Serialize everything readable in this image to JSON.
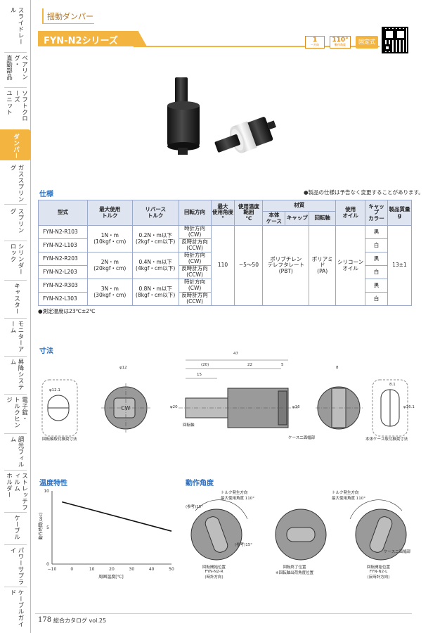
{
  "sidebar": {
    "items": [
      {
        "label": "スライドレール"
      },
      {
        "label": "ベアリング・\n直動部品"
      },
      {
        "label": "ソフトクローズ\nユニット"
      },
      {
        "label": "ダンパー"
      },
      {
        "label": "ガススプリング"
      },
      {
        "label": "スプリング"
      },
      {
        "label": "シリンダーロック"
      },
      {
        "label": "キャスター"
      },
      {
        "label": "モニターアーム"
      },
      {
        "label": "昇降システム"
      },
      {
        "label": "電子錠・\nトルクヒンジ"
      },
      {
        "label": "調光フィルム"
      },
      {
        "label": "ストレッチフィルム\nホルダー"
      },
      {
        "label": "ケーブル"
      },
      {
        "label": "パワーサプライ"
      },
      {
        "label": "ケーブルガイド"
      }
    ],
    "active_arrow": "«"
  },
  "header": {
    "category": "揺動ダンパー",
    "series": "FYN-N2シリーズ",
    "badges": [
      {
        "value": "1",
        "sub": "一方向",
        "icon": "one-way-icon"
      },
      {
        "value": "110°",
        "sub": "動作角度",
        "icon": "angle-icon"
      },
      {
        "value": "固定式",
        "sub": "",
        "icon": "fixed-icon"
      }
    ],
    "qr": "qr-code-icon"
  },
  "spec": {
    "title": "仕様",
    "note": "●製品の仕様は予告なく変更することがあります。",
    "headers": {
      "model": "型式",
      "max_torque": "最大使用\nトルク",
      "reverse_torque": "リバース\nトルク",
      "rotation": "回転方向",
      "max_angle": "最大\n使用角度\n°",
      "temp": "使用温度\n範囲\n℃",
      "material": "材質",
      "body": "本体\nケース",
      "cap": "キャップ",
      "shaft": "回転軸",
      "oil": "使用\nオイル",
      "cap_color": "キャップ\nカラー",
      "mass": "製品質量\ng"
    },
    "rows": [
      {
        "model": "FYN-N2-R103",
        "color": "黒"
      },
      {
        "model": "FYN-N2-L103",
        "color": "白"
      },
      {
        "model": "FYN-N2-R203",
        "color": "黒"
      },
      {
        "model": "FYN-N2-L203",
        "color": "白"
      },
      {
        "model": "FYN-N2-R303",
        "color": "黒"
      },
      {
        "model": "FYN-N2-L303",
        "color": "白"
      }
    ],
    "groups": [
      {
        "max_torque": "1N・m\n(10kgf・cm)",
        "reverse_torque": "0.2N・m以下\n(2kgf・cm以下)"
      },
      {
        "max_torque": "2N・m\n(20kgf・cm)",
        "reverse_torque": "0.4N・m以下\n(4kgf・cm以下)"
      },
      {
        "max_torque": "3N・m\n(30kgf・cm)",
        "reverse_torque": "0.8N・m以下\n(8kgf・cm以下)"
      }
    ],
    "rotation_cw": "時計方向\n(CW)",
    "rotation_ccw": "反時計方向\n(CCW)",
    "max_angle": "110",
    "temp_range": "−5〜50",
    "body_material": "ポリブチレン\nテレフタレート\n(PBT)",
    "shaft_material": "ポリアミド\n(PA)",
    "oil": "シリコーン\nオイル",
    "mass": "13±1",
    "temp_note": "●測定温度は23℃±2℃"
  },
  "dimensions": {
    "title": "寸法",
    "labels": {
      "d47": "47",
      "d20p": "(20)",
      "d22": "22",
      "d5": "5",
      "d15": "15",
      "d12": "φ12",
      "d8": "8",
      "phi20": "φ20",
      "phi16": "φ16",
      "phi12_1": "φ12.1",
      "phi16_1": "φ16.1",
      "d8_1": "8.1",
      "cw": "CW",
      "shaft": "回転軸",
      "case_flat": "ケース二面幅部",
      "shaft_hole": "回転軸取付推奨寸法",
      "body_hole": "本体ケース取付推奨寸法"
    }
  },
  "temp_chart": {
    "title": "温度特性"
  },
  "chart_data": {
    "type": "line",
    "title": "",
    "xlabel": "周囲温度[℃]",
    "ylabel": "動作時間(sec)",
    "x": [
      -5,
      50
    ],
    "series": [
      {
        "values": [
          8.5,
          4.5
        ]
      }
    ],
    "xlim": [
      -10,
      50
    ],
    "ylim": [
      0,
      10
    ],
    "xticks": [
      "−10",
      "0",
      "10",
      "20",
      "30",
      "40",
      "50"
    ],
    "yticks": [
      "0",
      "5",
      "10"
    ]
  },
  "angle": {
    "title": "動作角度",
    "labels": {
      "torque_dir": "トルク発生方向",
      "max_angle": "最大使用角度 110°",
      "r15a": "(参考)15°",
      "r15b": "(参考)15°",
      "start_r": "回転開始位置\nFYN-N2-R\n(時計方向)",
      "end": "回転終了位置\n※回転軸出荷角度位置",
      "start_l": "回転開始位置\nFYN-N2-L\n(反時計方向)",
      "case_flat": "ケース二面幅部"
    }
  },
  "footer": {
    "page": "178",
    "catalog": "総合カタログ vol.25"
  }
}
